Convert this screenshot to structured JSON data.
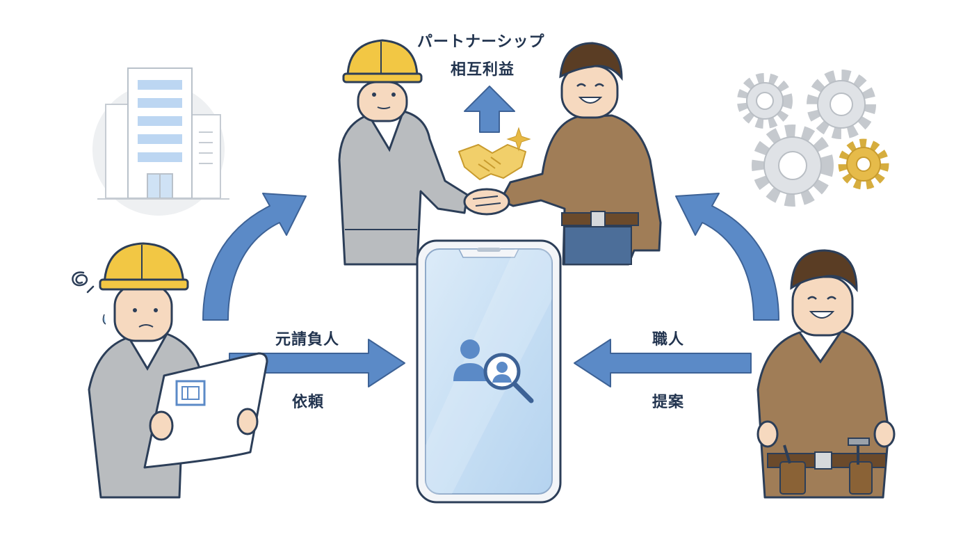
{
  "labels": {
    "partnership": "パートナーシップ",
    "mutual_benefit": "相互利益",
    "contractor": "元請負人",
    "request": "依頼",
    "craftsman": "職人",
    "proposal": "提案"
  },
  "colors": {
    "arrow_fill": "#5b8ac7",
    "arrow_stroke": "#3d6296",
    "outline": "#2c3e58",
    "helmet": "#f2c744",
    "gray_uniform": "#b9bcbf",
    "brown_uniform": "#a07d57",
    "gold": "#e0b445",
    "phone_screen": "#cfe4f6",
    "skin": "#f6d9bf"
  }
}
